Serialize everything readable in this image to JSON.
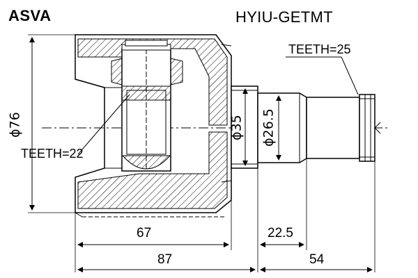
{
  "brand": "ASVA",
  "part_code": "HYIU-GETMT",
  "annotations": {
    "teeth_outer": "TEETH=25",
    "teeth_inner": "TEETH=22"
  },
  "diameters": {
    "housing": "ϕ76",
    "flange": "ϕ35",
    "shaft": "ϕ26.5"
  },
  "lengths": {
    "housing_length": "67",
    "total_body": "87",
    "shaft_seat": "22.5",
    "stub_length": "54"
  }
}
